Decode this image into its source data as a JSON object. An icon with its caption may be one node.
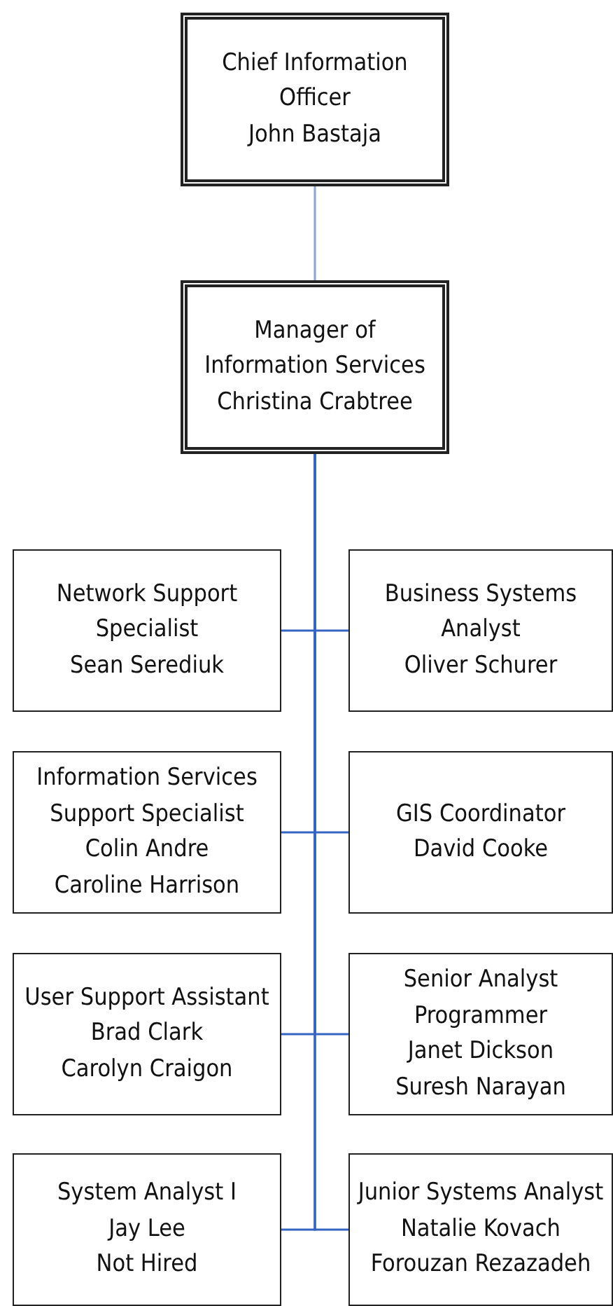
{
  "diagram": {
    "nodes": [
      {
        "text": [
          "Chief Information Officer",
          "John Bastaja"
        ]
      },
      {
        "text": [
          "Manager of Information Services",
          "Christina Crabtree"
        ]
      },
      {
        "text": [
          "Network Support Specialist",
          "Sean Serediuk"
        ]
      },
      {
        "text": [
          "Business Systems Analyst",
          "Oliver Schurer"
        ]
      },
      {
        "text": [
          "Information Services Support Specialist",
          "Colin Andre",
          "Caroline Harrison"
        ]
      },
      {
        "text": [
          "GIS Coordinator",
          "David Cooke"
        ]
      },
      {
        "text": [
          "User Support Assistant",
          "Brad Clark",
          "Carolyn Craigon"
        ]
      },
      {
        "text": [
          "Senior Analyst Programmer",
          "Janet Dickson",
          "Suresh Narayan"
        ]
      },
      {
        "text": [
          "System Analyst I",
          "Jay Lee",
          "Not Hired"
        ]
      },
      {
        "text": [
          "Junior Systems Analyst",
          "Natalie Kovach",
          "Forouzan Rezazadeh"
        ]
      }
    ],
    "edges": [
      {
        "from": 0,
        "to": 1,
        "arrow": "none",
        "color": "#8fa9d6"
      },
      {
        "from": 1,
        "to": 2,
        "arrow": "none"
      },
      {
        "from": 1,
        "to": 3,
        "arrow": "none"
      },
      {
        "from": 1,
        "to": 4,
        "arrow": "none"
      },
      {
        "from": 1,
        "to": 5,
        "arrow": "none"
      },
      {
        "from": 1,
        "to": 6,
        "arrow": "none"
      },
      {
        "from": 1,
        "to": 7,
        "arrow": "none"
      },
      {
        "from": 1,
        "to": 8,
        "arrow": "none"
      },
      {
        "from": 1,
        "to": 9,
        "arrow": "none"
      }
    ]
  }
}
